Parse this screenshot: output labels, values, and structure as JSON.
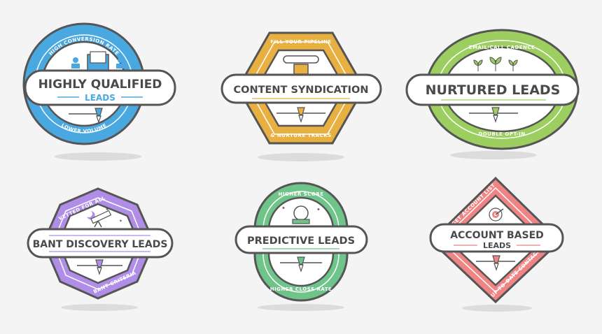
{
  "colors": {
    "background": "#f4f4f4",
    "outline": "#555555",
    "blue": "#4aa8e0",
    "orange": "#e8b040",
    "green": "#9ccf5f",
    "purple": "#b08ee8",
    "mint": "#6fc48a",
    "coral": "#f08484"
  },
  "badges": [
    {
      "title": "HIGHLY QUALIFIED",
      "subtitle": "LEADS",
      "top_text": "HIGH CONVERSION RATE",
      "bottom_text": "LOWER VOLUME",
      "icon": "envelope-chart-people-icon",
      "shape": "circle"
    },
    {
      "title": "CONTENT SYNDICATION",
      "top_text": "FILL YOUR PIPELINE",
      "bottom_text": "& NURTURE TRACKS",
      "icon": "pipe-icon",
      "shape": "hexagon"
    },
    {
      "title": "NURTURED LEADS",
      "top_text": "EMAIL/CALL CADENCE",
      "bottom_text": "DOUBLE OPT-IN",
      "icon": "sprouts-icon",
      "shape": "ellipse"
    },
    {
      "title": "BANT DISCOVERY LEADS",
      "top_text": "VETTED FOR ALL",
      "bottom_text": "BANT CRITERIA",
      "icon": "telescope-icon",
      "shape": "octagon"
    },
    {
      "title": "PREDICTIVE LEADS",
      "top_text": "HIGHER SCORE",
      "bottom_text": "HIGHER CLOSE RATE",
      "icon": "crystal-ball-icon",
      "shape": "rounded-arch"
    },
    {
      "title": "ACCOUNT BASED",
      "subtitle": "LEADS",
      "top_text": "TARGET ACCOUNT LIST",
      "bottom_text": "UP-TO-DATE CONTACTS",
      "icon": "target-icon",
      "shape": "diamond"
    }
  ]
}
